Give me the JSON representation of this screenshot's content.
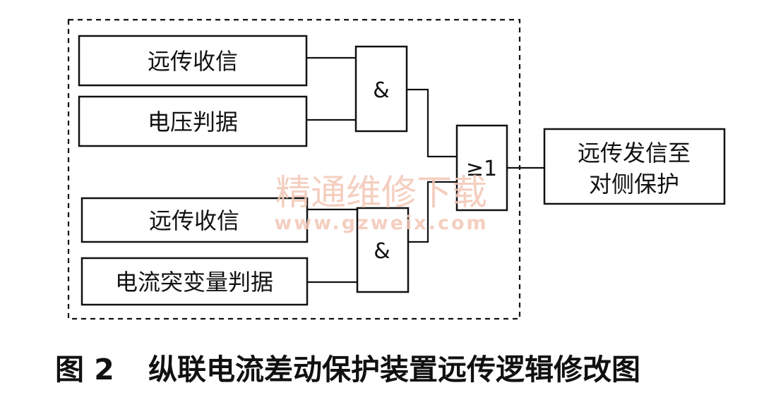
{
  "blocks": {
    "input1": "远传收信",
    "input2": "电压判据",
    "input3": "远传收信",
    "input4": "电流突变量判据",
    "output_line1": "远传发信至",
    "output_line2": "对侧保护"
  },
  "gates": {
    "and_top": "&",
    "and_bottom": "&",
    "or": "≥1"
  },
  "watermark": {
    "text": "精通维修下载",
    "url": "www.gzweix.com"
  },
  "caption": {
    "figure_label": "图 2",
    "title": "纵联电流差动保护装置远传逻辑修改图"
  }
}
